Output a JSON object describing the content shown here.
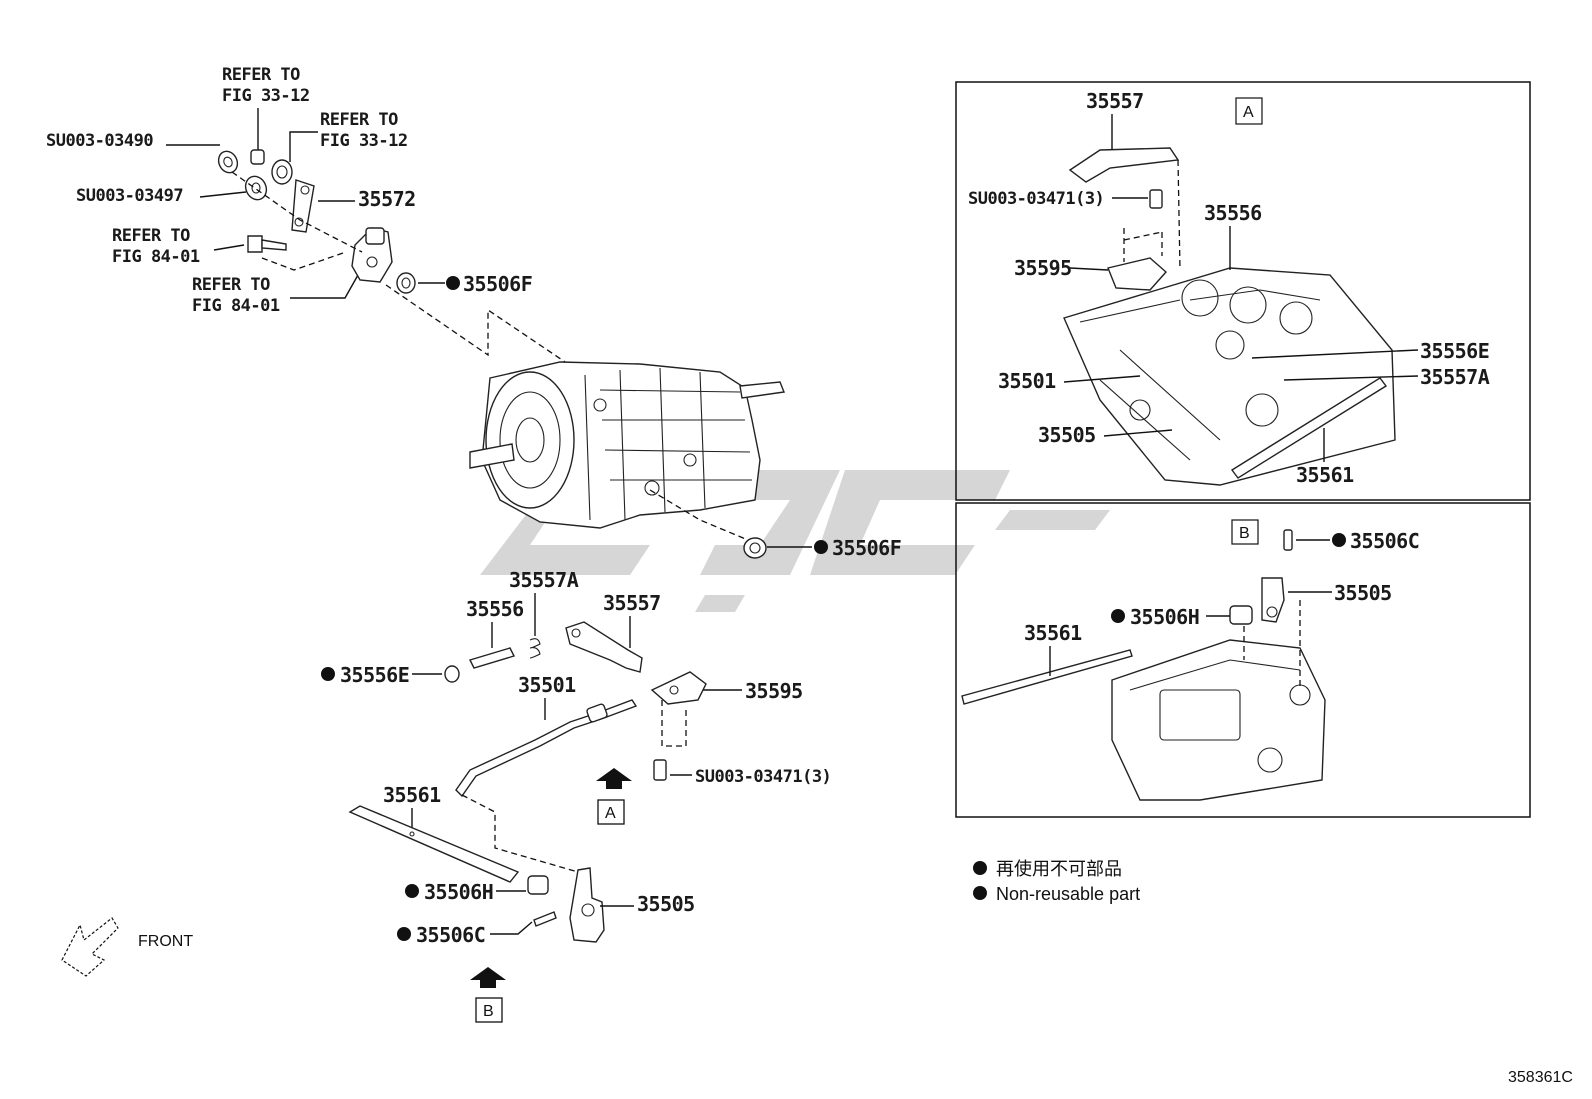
{
  "labels": {
    "refer_fig_33_12_a": [
      "REFER TO",
      "FIG 33-12"
    ],
    "refer_fig_33_12_b": [
      "REFER TO",
      "FIG 33-12"
    ],
    "refer_fig_84_01_a": [
      "REFER TO",
      "FIG 84-01"
    ],
    "refer_fig_84_01_b": [
      "REFER TO",
      "FIG 84-01"
    ],
    "su003_03490": "SU003-03490",
    "su003_03497": "SU003-03497",
    "p35572": "35572",
    "p35506F_top": "35506F",
    "p35506F_mid": "35506F",
    "p35557A": "35557A",
    "p35556": "35556",
    "p35557": "35557",
    "p35556E": "35556E",
    "p35501": "35501",
    "p35595": "35595",
    "su003_03471_main": "SU003-03471(3)",
    "p35561": "35561",
    "p35506H": "35506H",
    "p35506C": "35506C",
    "p35505": "35505",
    "front": "FRONT",
    "view_a": "A",
    "view_b": "B"
  },
  "inset_a": {
    "box_label": "A",
    "p35557": "35557",
    "su003_03471": "SU003-03471(3)",
    "p35556": "35556",
    "p35595": "35595",
    "p35556E": "35556E",
    "p35501": "35501",
    "p35557A": "35557A",
    "p35505": "35505",
    "p35561": "35561"
  },
  "inset_b": {
    "box_label": "B",
    "p35506C": "35506C",
    "p35505": "35505",
    "p35506H": "35506H",
    "p35561": "35561"
  },
  "legend": {
    "line_jp": "再使用不可部品",
    "line_en": "Non-reusable part"
  },
  "figure_code": "358361C",
  "colors": {
    "ink": "#111111",
    "watermark": "#c8c8c8"
  },
  "watermark": "CIC logo"
}
